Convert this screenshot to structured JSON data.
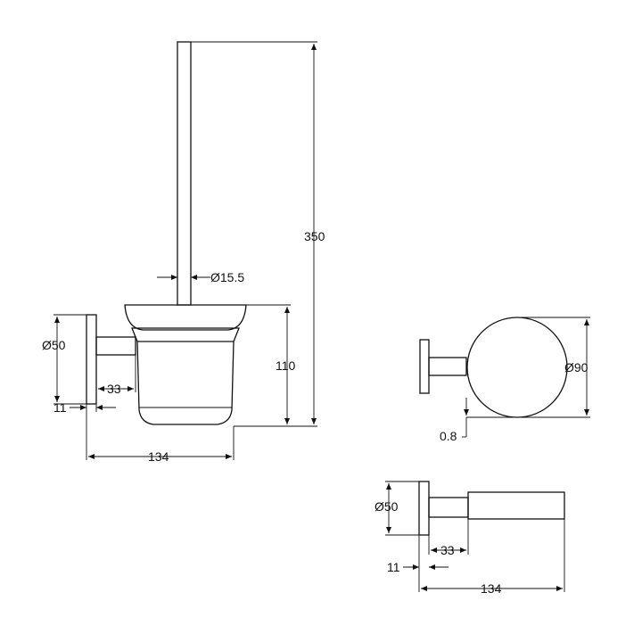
{
  "drawing": {
    "background": "#ffffff",
    "line_color": "#111111",
    "views": [
      {
        "view": "toilet-brush-holder-side-view",
        "dimensions": {
          "overall_height": "350",
          "handle_diameter": "Ø15.5",
          "cup_height": "110",
          "rosette_diameter": "Ø50",
          "arm_length": "33",
          "rosette_thickness": "11",
          "overall_depth": "134"
        }
      },
      {
        "view": "holder-front-view",
        "dimensions": {
          "ring_diameter": "Ø90",
          "gap": "0.8"
        }
      },
      {
        "view": "holder-top-view",
        "dimensions": {
          "rosette_diameter": "Ø50",
          "arm_length": "33",
          "rosette_thickness": "11",
          "overall_depth": "134"
        }
      }
    ]
  }
}
